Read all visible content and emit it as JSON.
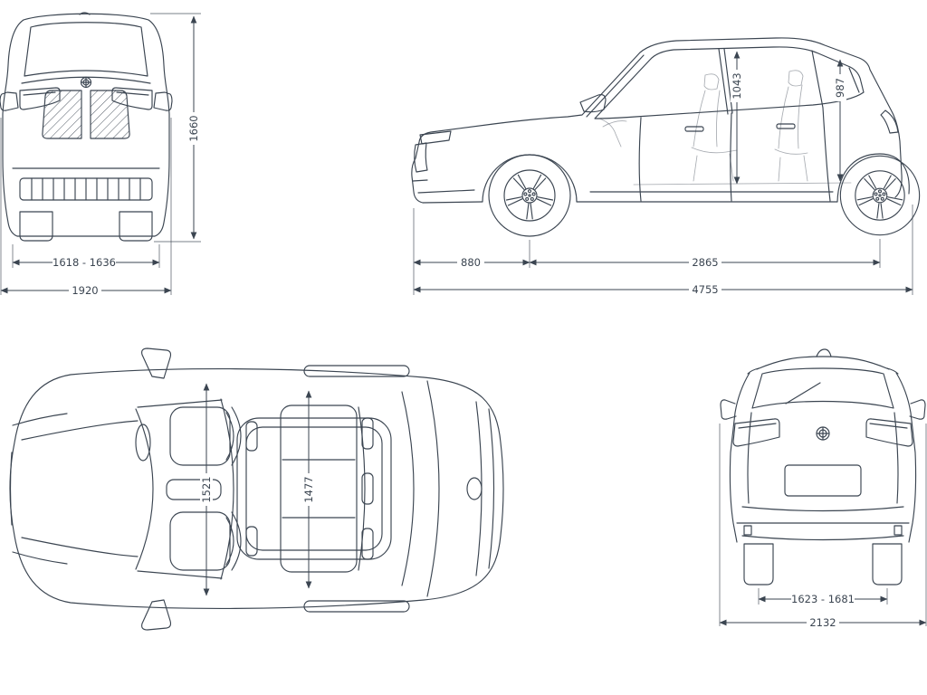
{
  "meta": {
    "ink_color": "#3b4551",
    "background_color": "#ffffff"
  },
  "front_view": {
    "dims": {
      "height": "1660",
      "track": "1618 - 1636",
      "width": "1920"
    }
  },
  "side_view": {
    "dims": {
      "headroom_front": "1043",
      "headroom_rear": "987",
      "front_overhang": "880",
      "wheelbase": "2865",
      "length": "4755"
    }
  },
  "top_view": {
    "dims": {
      "width_front": "1521",
      "width_rear": "1477"
    }
  },
  "rear_view": {
    "dims": {
      "track": "1623 - 1681",
      "width": "2132"
    }
  }
}
